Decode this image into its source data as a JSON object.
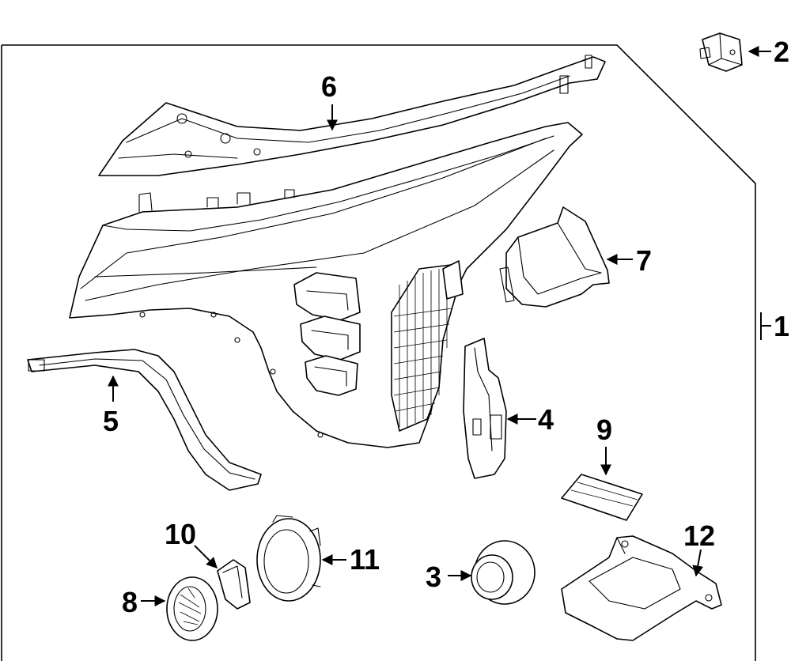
{
  "callouts": [
    {
      "id": "1",
      "label": "1"
    },
    {
      "id": "2",
      "label": "2"
    },
    {
      "id": "3",
      "label": "3"
    },
    {
      "id": "4",
      "label": "4"
    },
    {
      "id": "5",
      "label": "5"
    },
    {
      "id": "6",
      "label": "6"
    },
    {
      "id": "7",
      "label": "7"
    },
    {
      "id": "8",
      "label": "8"
    },
    {
      "id": "9",
      "label": "9"
    },
    {
      "id": "10",
      "label": "10"
    },
    {
      "id": "11",
      "label": "11"
    },
    {
      "id": "12",
      "label": "12"
    }
  ],
  "parts": [
    {
      "name": "headlamp-assembly",
      "callout": "1"
    },
    {
      "name": "relay-module",
      "callout": "2"
    },
    {
      "name": "bulb-ring",
      "callout": "3"
    },
    {
      "name": "side-bracket",
      "callout": "4"
    },
    {
      "name": "lower-trim-strip",
      "callout": "5"
    },
    {
      "name": "upper-trim-strip",
      "callout": "6"
    },
    {
      "name": "control-module",
      "callout": "7"
    },
    {
      "name": "vent-cap",
      "callout": "8"
    },
    {
      "name": "label-pad",
      "callout": "9"
    },
    {
      "name": "lens-cover",
      "callout": "10"
    },
    {
      "name": "socket-ring",
      "callout": "11"
    },
    {
      "name": "mounting-bracket",
      "callout": "12"
    }
  ]
}
